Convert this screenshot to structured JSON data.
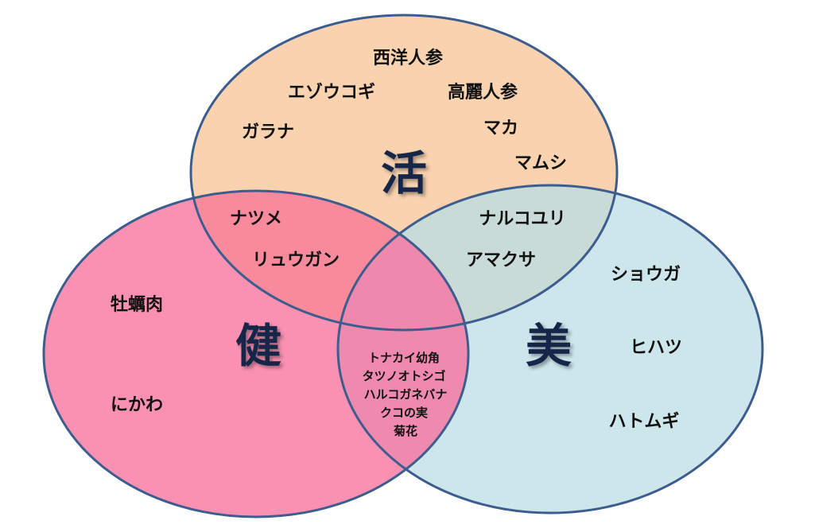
{
  "colors": {
    "top": "#f9d2b0",
    "left": "#fb91b2",
    "right": "#cce6ec",
    "top_left": "#f98a9c",
    "top_right": "#c9dbd7",
    "left_right": "#ef8aae",
    "center": "#ee88ad",
    "stroke": "#3d5d8f",
    "label": "#16284a"
  },
  "sets": {
    "top": {
      "label": "活",
      "items": [
        "西洋人参",
        "エゾウコギ",
        "高麗人参",
        "ガラナ",
        "マカ",
        "マムシ"
      ]
    },
    "left": {
      "label": "健",
      "items": [
        "牡蠣肉",
        "にかわ"
      ]
    },
    "right": {
      "label": "美",
      "items": [
        "ショウガ",
        "ヒハツ",
        "ハトムギ"
      ]
    }
  },
  "overlaps": {
    "top_left": [
      "ナツメ",
      "リュウガン"
    ],
    "top_right": [
      "ナルコユリ",
      "アマクサ"
    ],
    "center": [
      "トナカイ幼角",
      "タツノオトシゴ",
      "ハルコガネバナ",
      "クコの実",
      "菊花"
    ]
  }
}
